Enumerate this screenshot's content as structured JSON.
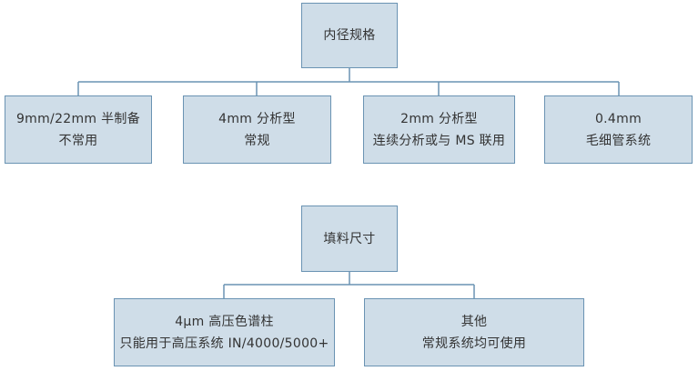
{
  "tree1": {
    "root": "内径规格",
    "children": [
      {
        "line1": "9mm/22mm 半制备",
        "line2": "不常用"
      },
      {
        "line1": "4mm 分析型",
        "line2": "常规"
      },
      {
        "line1": "2mm 分析型",
        "line2": "连续分析或与 MS 联用"
      },
      {
        "line1": "0.4mm",
        "line2": "毛细管系统"
      }
    ]
  },
  "tree2": {
    "root": "填料尺寸",
    "children": [
      {
        "line1": "4μm 高压色谱柱",
        "line2": "只能用于高压系统 IN/4000/5000+"
      },
      {
        "line1": "其他",
        "line2": "常规系统均可使用"
      }
    ]
  },
  "colors": {
    "box_fill": "#cfdde8",
    "box_border": "#6a93b3",
    "text": "#333333"
  }
}
